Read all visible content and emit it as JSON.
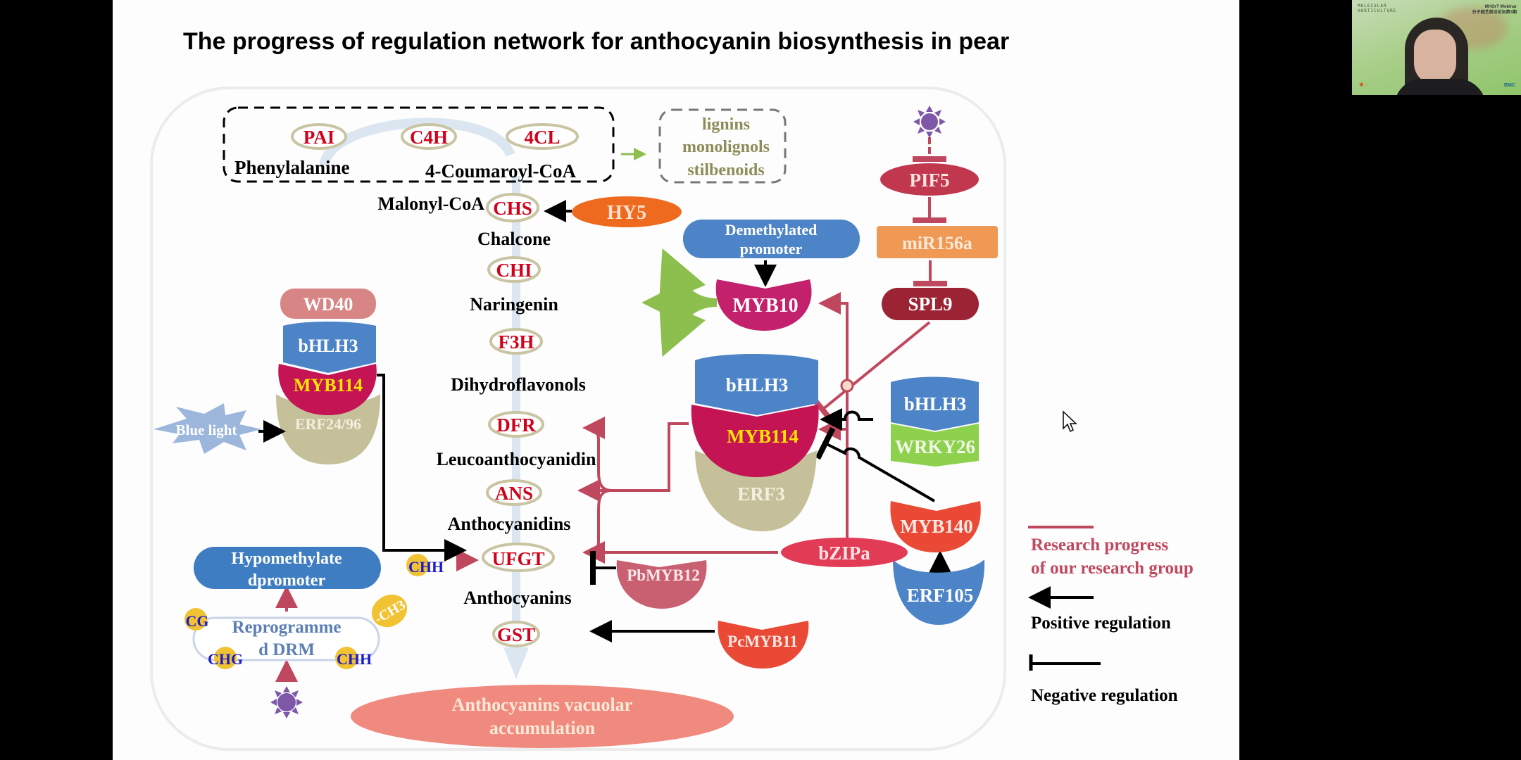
{
  "slide": {
    "title": "The progress of regulation network for anthocyanin biosynthesis in pear"
  },
  "pathway": {
    "upstream_enzymes": [
      "PAI",
      "C4H",
      "4CL"
    ],
    "upstream_substrates": [
      "Phenylalanine",
      "4-Coumaroyl-CoA"
    ],
    "side_products": [
      "lignins",
      "monolignols",
      "stilbenoids"
    ],
    "malonyl": "Malonyl-CoA",
    "steps": [
      {
        "enzyme": "CHS",
        "product": "Chalcone"
      },
      {
        "enzyme": "CHI",
        "product": "Naringenin"
      },
      {
        "enzyme": "F3H",
        "product": "Dihydroflavonols"
      },
      {
        "enzyme": "DFR",
        "product": "Leucoanthocyanidin"
      },
      {
        "enzyme": "ANS",
        "product": "Anthocyanidins"
      },
      {
        "enzyme": "UFGT",
        "product": "Anthocyanins"
      },
      {
        "enzyme": "GST",
        "product": ""
      }
    ],
    "final": [
      "Anthocyanins vacuolar",
      "accumulation"
    ]
  },
  "regulators": {
    "hy5": "HY5",
    "demethylated_promoter": [
      "Demethylated",
      "promoter"
    ],
    "myb10": "MYB10",
    "pif5": "PIF5",
    "mir156a": "miR156a",
    "spl9": "SPL9",
    "left_complex": {
      "wd40": "WD40",
      "bhlh": "bHLH3",
      "myb": "MYB114",
      "erf": "ERF24/96"
    },
    "blue_light": "Blue light",
    "center_complex": {
      "bhlh": "bHLH3",
      "myb": "MYB114",
      "erf": "ERF3"
    },
    "right_complex": {
      "bhlh": "bHLH3",
      "wrky": "WRKY26"
    },
    "myb140": "MYB140",
    "erf105": "ERF105",
    "bzipa": "bZIPa",
    "pbmyb12": "PbMYB12",
    "pcmyb11": "PcMYB11",
    "hypomethylated_promoter": [
      "Hypomethylate",
      "dpromoter"
    ],
    "reprogrammed_drm": [
      "Reprogramme",
      "d DRM"
    ],
    "methylation_contexts": [
      "CG",
      "CHG",
      "CHH",
      "-CH3"
    ],
    "chh_tag": "CHH"
  },
  "legend": {
    "research": [
      "Research progress",
      "of our research group"
    ],
    "positive": "Positive regulation",
    "negative": "Negative regulation"
  },
  "colors": {
    "enzyme_text": "#d0021b",
    "research_line": "#c0485e",
    "positive_line": "#000000",
    "blue_node": "#4d84c8",
    "myb_magenta": "#c4145a",
    "erf_tan": "#c5c09a",
    "green_arrow": "#8dbf4e"
  },
  "webcam": {
    "logo_line1": "MOLECULAR",
    "logo_line2": "HORTICULTURE",
    "title_line1": "MHOrT Webinar",
    "title_line2": "分子园艺前沿论坛第3期",
    "brand": "BMC"
  }
}
